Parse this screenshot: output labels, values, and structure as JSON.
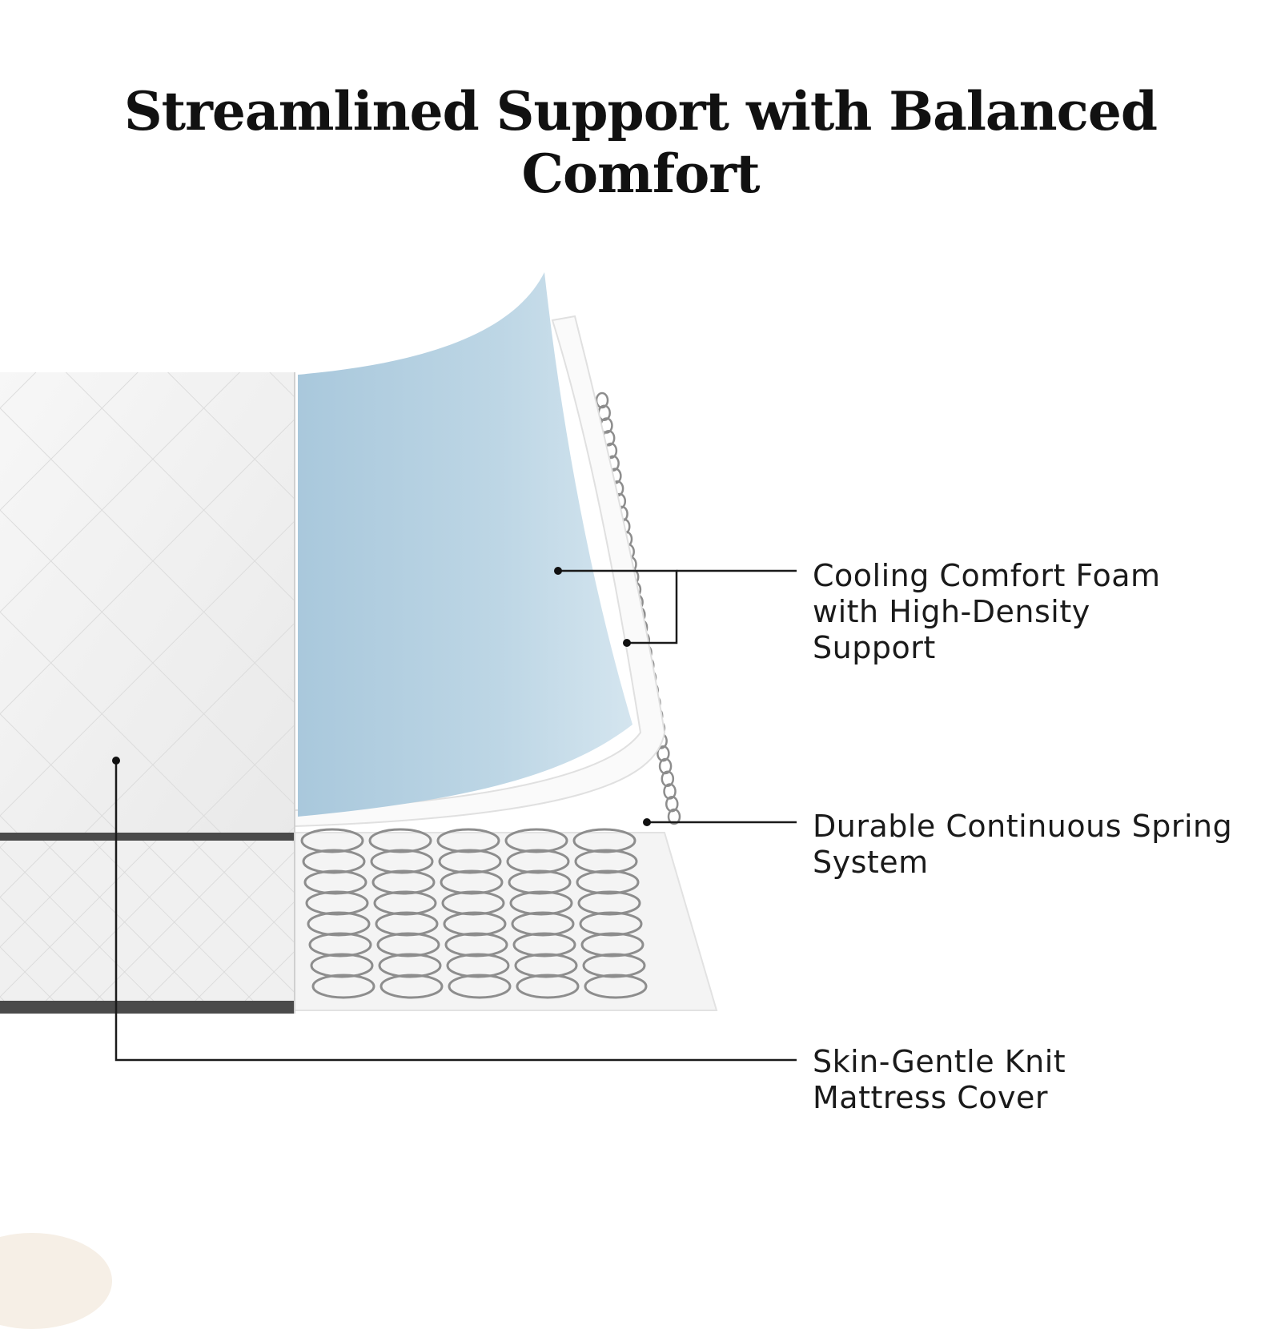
{
  "title": "Streamlined Support with Balanced Comfort",
  "callouts": [
    {
      "lines": [
        "Cooling Comfort Foam",
        "with High-Density",
        "Support"
      ]
    },
    {
      "lines": [
        "Durable Continuous Spring",
        "System"
      ]
    },
    {
      "lines": [
        "Skin-Gentle Knit",
        "Mattress Cover"
      ]
    }
  ],
  "colors": {
    "foam_blue": "#b9d3e3",
    "cover_white": "#f2f2f2",
    "cover_band": "#4a4a4a",
    "spring_metal": "#8a8a8a",
    "leader_line": "#1a1a1a"
  }
}
